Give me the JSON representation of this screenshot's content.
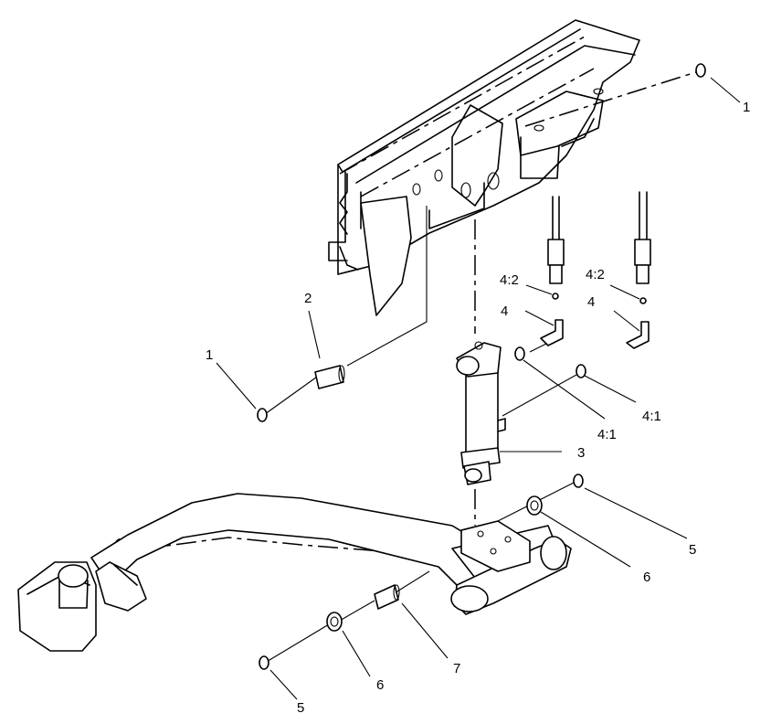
{
  "callouts": [
    {
      "id": "c1a",
      "text": "1"
    },
    {
      "id": "c1b",
      "text": "1"
    },
    {
      "id": "c2",
      "text": "2"
    },
    {
      "id": "c3",
      "text": "3"
    },
    {
      "id": "c4a",
      "text": "4"
    },
    {
      "id": "c4b",
      "text": "4"
    },
    {
      "id": "c42a",
      "text": "4:2"
    },
    {
      "id": "c42b",
      "text": "4:2"
    },
    {
      "id": "c41a",
      "text": "4:1"
    },
    {
      "id": "c41b",
      "text": "4:1"
    },
    {
      "id": "c5a",
      "text": "5"
    },
    {
      "id": "c5b",
      "text": "5"
    },
    {
      "id": "c6a",
      "text": "6"
    },
    {
      "id": "c6b",
      "text": "6"
    },
    {
      "id": "c7",
      "text": "7"
    }
  ]
}
